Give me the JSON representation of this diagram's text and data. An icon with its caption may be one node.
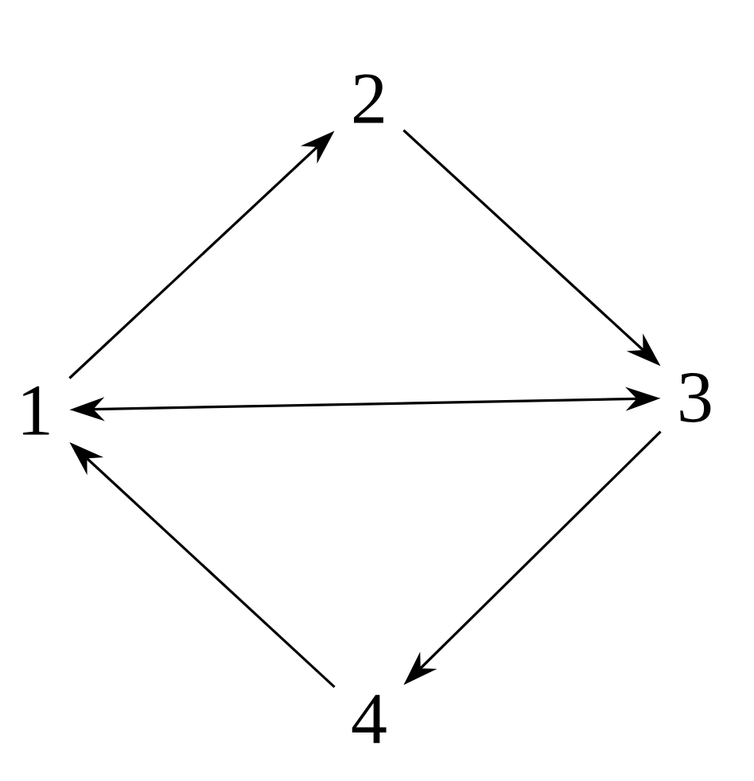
{
  "diagram": {
    "nodes": [
      {
        "text": [
          "1"
        ]
      },
      {
        "text": [
          "2"
        ]
      },
      {
        "text": [
          "3"
        ]
      },
      {
        "text": [
          "4"
        ]
      }
    ],
    "edges": [
      {
        "from": 0,
        "to": 1,
        "arrow": "to"
      },
      {
        "from": 1,
        "to": 2,
        "arrow": "to"
      },
      {
        "from": 0,
        "to": 2,
        "arrow": "both"
      },
      {
        "from": 2,
        "to": 3,
        "arrow": "to"
      },
      {
        "from": 3,
        "to": 0,
        "arrow": "to"
      }
    ]
  }
}
